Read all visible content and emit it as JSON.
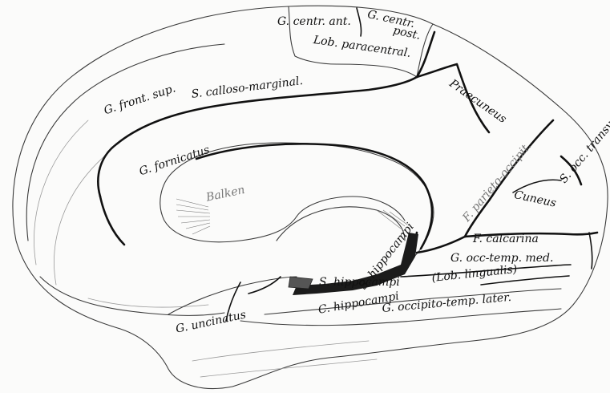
{
  "labels": {
    "g_centr_ant": "G. centr. ant.",
    "g_centr_post_1": "G. centr.",
    "g_centr_post_2": "post.",
    "lob_paracentral": "Lob. paracentral.",
    "g_front_sup": "G. front. sup.",
    "s_calloso_marginal": "S. calloso-marginal.",
    "praecuneus": "Praecuneus",
    "g_fornicatus": "G. fornicatus",
    "f_parieto_occipit": "F. parieto-occipit.",
    "balken": "Balken",
    "s_occ_transv": "S. occ. transv.",
    "cuneus": "Cuneus",
    "f_calcarina": "F. calcarina",
    "g_occ_temp_med": "G. occ-temp. med.",
    "s_hippocampi": "S. hippocampi",
    "c_hippocampi": "C. hippocampi",
    "lob_lingualis": "(Lob. lingualis)",
    "g_uncinatus": "G. uncinatus",
    "g_occipito_temp_later": "G. occipito-temp. later.",
    "s_hippocampi_sup": "S. hippocampi"
  }
}
